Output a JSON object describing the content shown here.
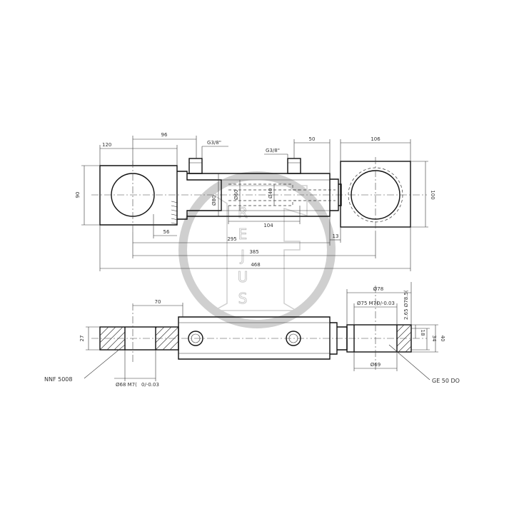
{
  "dimensions": {
    "top_view": {
      "d96": "96",
      "d120": "120",
      "g38_left": "G3/8\"",
      "g38_right": "G3/8\"",
      "d50": "50",
      "d106": "106",
      "d90": "90",
      "d100": "100",
      "dia80": "Ø80",
      "dia60": "Ø60",
      "dia40": "Ø40",
      "d104": "104",
      "d56": "56",
      "d295": "295",
      "d13": "13",
      "d385": "385",
      "d468": "468"
    },
    "bottom_view": {
      "d70": "70",
      "d27": "27",
      "dia68": "Ø68 M7(",
      "tol_left": "0/-0.03",
      "dia78": "Ø78",
      "dia75": "Ø75 M7(",
      "tol_right": "0/-0.03",
      "d265": "2.65 Ø78.5(",
      "d34": "34",
      "d18": "18",
      "d40": "40",
      "dia69": "Ø69"
    }
  },
  "callouts": {
    "left_bearing": "NNF 5008",
    "right_bearing": "GE 50 DO"
  },
  "watermark": {
    "letters": [
      "R",
      "E",
      "J",
      "U",
      "S"
    ],
    "big_letter": "F"
  },
  "colors": {
    "line": "#222222",
    "watermark": "#cfcfcf",
    "background": "#ffffff"
  }
}
